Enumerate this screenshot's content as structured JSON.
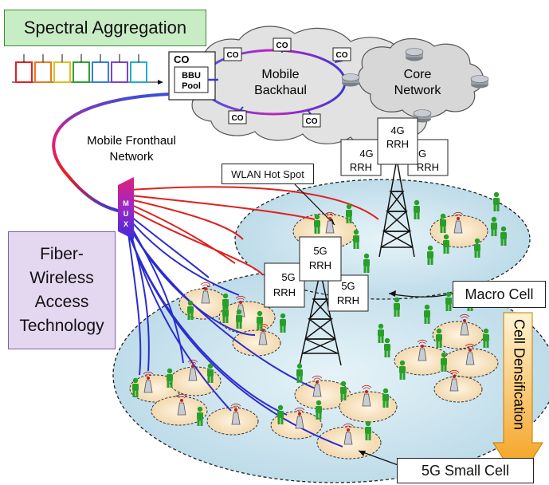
{
  "labels": {
    "spectral_aggregation": "Spectral Aggregation",
    "co_main": "CO",
    "bbu_line1": "BBU",
    "bbu_line2": "Pool",
    "co_small": "CO",
    "mobile_backhaul_line1": "Mobile",
    "mobile_backhaul_line2": "Backhaul",
    "core_network_line1": "Core",
    "core_network_line2": "Network",
    "fronthaul_line1": "Mobile Fronthaul",
    "fronthaul_line2": "Network",
    "wlan_hot_spot": "WLAN Hot Spot",
    "mux_letters": [
      "M",
      "U",
      "X"
    ],
    "fiber_wireless": [
      "Fiber-",
      "Wireless",
      "Access",
      "Technology"
    ],
    "rrh_4g_top_line1": "4G",
    "rrh_4g_top_line2": "RRH",
    "rrh_4g_left_line1": "4G",
    "rrh_4g_left_line2": "RRH",
    "rrh_4g_right_line1": "G",
    "rrh_4g_right_line2": "RRH",
    "rrh_5g_top_line1": "5G",
    "rrh_5g_top_line2": "RRH",
    "rrh_5g_left_line1": "5G",
    "rrh_5g_left_line2": "RRH",
    "rrh_5g_right_line1": "5G",
    "rrh_5g_right_line2": "RRH",
    "macro_cell": "Macro Cell",
    "cell_densification": "Cell Densification",
    "small_cell": "5G Small Cell"
  },
  "colors": {
    "green_box": "#c8ecc4",
    "purple_box": "#e4d8f1",
    "cell_fill": "#cfe6ef",
    "small_cell_fill": "#f6e2c2",
    "fiber_red": "#e02020",
    "fiber_blue": "#2c2ccf",
    "arrow_orange": "#f5a21b",
    "person_green": "#28a028"
  }
}
